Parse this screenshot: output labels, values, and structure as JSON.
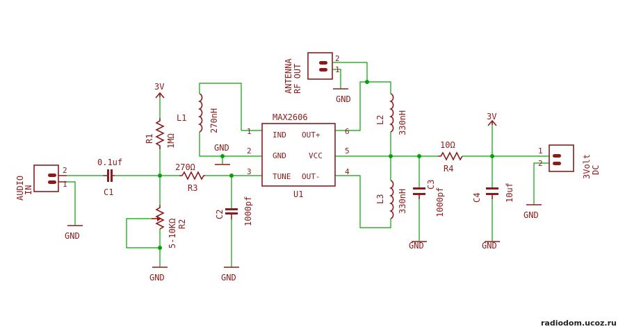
{
  "title": "",
  "labels": {
    "v3_left": "3V",
    "v3_right": "3V",
    "audio_in": [
      "AUDIO",
      "IN"
    ],
    "antenna": [
      "ANTENNA",
      "RF OUT"
    ],
    "dc_in": [
      "3Volt",
      "DC"
    ],
    "gnd_audio": "GND",
    "gnd_ant": "GND",
    "gnd_r2": "GND",
    "gnd_c2": "GND",
    "gnd_chip": "GND",
    "gnd_c3": "GND",
    "gnd_c4": "GND",
    "gnd_dc": "GND",
    "site": "radiodom.ucoz.ru"
  },
  "components": {
    "c1": {
      "name": "C1",
      "value": "0.1uf"
    },
    "c2": {
      "name": "C2",
      "value": "1000pf"
    },
    "c3": {
      "name": "C3",
      "value": "1000pf"
    },
    "c4": {
      "name": "C4",
      "value": "10uf"
    },
    "r1": {
      "name": "R1",
      "value": "1MΩ"
    },
    "r2": {
      "name": "R2",
      "value": "5-10KΩ"
    },
    "r3": {
      "name": "R3",
      "value": "270Ω"
    },
    "r4": {
      "name": "R4",
      "value": "10Ω"
    },
    "l1": {
      "name": "L1",
      "value": "270nH"
    },
    "l2": {
      "name": "L2",
      "value": "330nH"
    },
    "l3": {
      "name": "L3",
      "value": "330nH"
    },
    "u1": {
      "name": "U1",
      "part": "MAX2606",
      "pins_left": [
        {
          "num": "1",
          "label": "IND"
        },
        {
          "num": "2",
          "label": "GND"
        },
        {
          "num": "3",
          "label": "TUNE"
        }
      ],
      "pins_right": [
        {
          "num": "6",
          "label": "OUT+"
        },
        {
          "num": "5",
          "label": "VCC"
        },
        {
          "num": "4",
          "label": "OUT-"
        }
      ]
    }
  },
  "connectors": {
    "audio": {
      "pin2": "2",
      "pin1": "1"
    },
    "antenna": {
      "pin2": "2",
      "pin1": "1"
    },
    "dc": {
      "pin1": "1",
      "pin2": "2"
    }
  }
}
